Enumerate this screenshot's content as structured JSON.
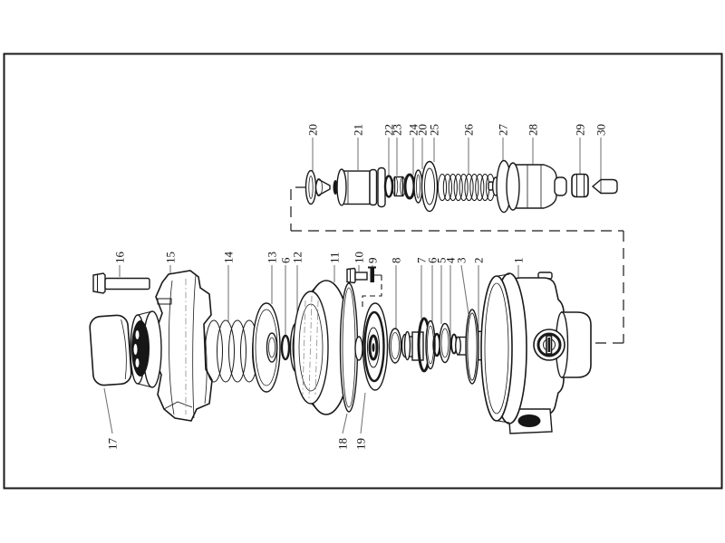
{
  "figure": {
    "type": "exploded-parts-diagram",
    "background": "#ffffff",
    "line_color": "#1a1a1a",
    "leader_color": "#6e6e6e"
  },
  "callouts": {
    "top_row": [
      {
        "label": "20"
      },
      {
        "label": "21"
      },
      {
        "label": "22"
      },
      {
        "label": "23"
      },
      {
        "label": "24"
      },
      {
        "label": "20"
      },
      {
        "label": "25"
      },
      {
        "label": "26"
      },
      {
        "label": "27"
      },
      {
        "label": "28"
      },
      {
        "label": "29"
      },
      {
        "label": "30"
      }
    ],
    "mid_row": [
      {
        "label": "16"
      },
      {
        "label": "15"
      },
      {
        "label": "14"
      },
      {
        "label": "13"
      },
      {
        "label": "6"
      },
      {
        "label": "12"
      },
      {
        "label": "11"
      },
      {
        "label": "10"
      },
      {
        "label": "9"
      },
      {
        "label": "8"
      },
      {
        "label": "7"
      },
      {
        "label": "6"
      },
      {
        "label": "5"
      },
      {
        "label": "4"
      },
      {
        "label": "3"
      },
      {
        "label": "2"
      },
      {
        "label": "1"
      }
    ],
    "bottom_row": [
      {
        "label": "17"
      },
      {
        "label": "18"
      },
      {
        "label": "19"
      }
    ]
  }
}
